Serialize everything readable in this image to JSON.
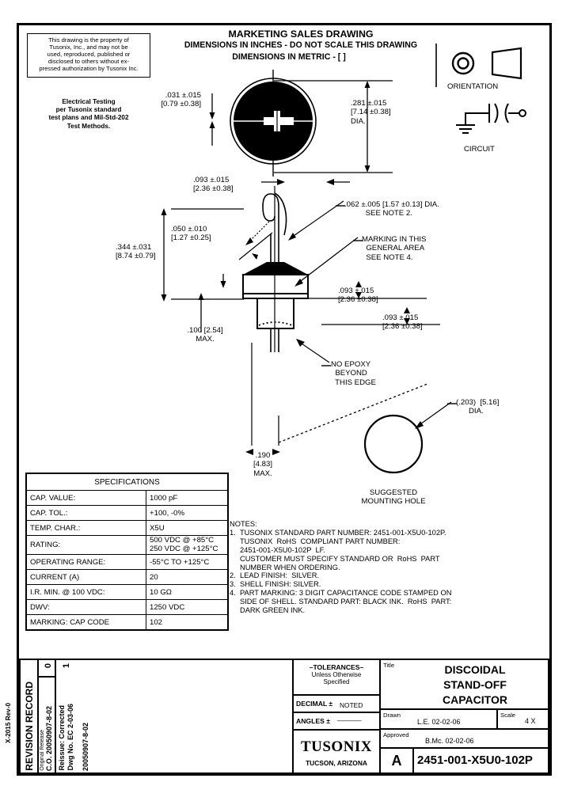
{
  "sheet": {
    "left_edge_code": "X-2015 Rev-0"
  },
  "property_notice": "This drawing is the property of Tusonix, Inc., and may not be used, reproduced, published or disclosed to others without ex-pressed authorization by Tusonix Inc.",
  "property_notice_lines": [
    "This drawing is the property of",
    "Tusonix, Inc., and may not be",
    "used, reproduced, published or",
    "disclosed to others without ex-",
    "pressed authorization by Tusonix Inc."
  ],
  "electrical_testing_lines": [
    "Electrical Testing",
    "per Tusonix standard",
    "test plans and Mil-Std-202",
    "Test Methods."
  ],
  "headings": {
    "line1": "MARKETING SALES DRAWING",
    "line2": "DIMENSIONS IN INCHES - DO NOT SCALE THIS DRAWING",
    "line3": "DIMENSIONS IN METRIC - [  ]"
  },
  "symbols": {
    "orientation_label": "ORIENTATION",
    "circuit_label": "CIRCUIT"
  },
  "dimensions": {
    "washer_thickness": ".031 ±.015\n[0.79 ±0.38]",
    "disc_diameter": ".281 ±.015\n[7.14 ±0.38]\nDIA.",
    "body_width": ".093 ±.015\n[2.36 ±0.38]",
    "lead_bend": ".050 ±.010\n[1.27 ±0.25]",
    "overall_height": ".344 ±.031\n[8.74 ±0.79]",
    "standoff_height": ".100 [2.54]\nMAX.",
    "lead_dia": ".062 ±.005 [1.57 ±0.13] DIA.\n          SEE NOTE 2.",
    "marking_callout": "MARKING IN THIS\n  GENERAL AREA\n  SEE NOTE 4.",
    "shell_a": ".093 ±.015\n[2.36 ±0.38]",
    "shell_b": ".093 ±.015\n[2.36 ±0.38]",
    "no_epoxy": "NO EPOXY\n  BEYOND\n  THIS EDGE",
    "flange_dia": ".190\n[4.83]\nMAX.",
    "mount_hole_dia": "(.203)  [5.16]\n      DIA.",
    "mount_hole_label": "SUGGESTED\nMOUNTING HOLE"
  },
  "specifications": {
    "title": "SPECIFICATIONS",
    "rows": [
      {
        "label": "CAP. VALUE:",
        "value": "1000 pF"
      },
      {
        "label": "CAP. TOL.:",
        "value": "+100, -0%"
      },
      {
        "label": "TEMP. CHAR.:",
        "value": "X5U"
      },
      {
        "label": "RATING:",
        "value": "500 VDC @ +85°C\n250 VDC @ +125°C"
      },
      {
        "label": "OPERATING RANGE:",
        "value": "-55°C TO +125°C"
      },
      {
        "label": "CURRENT (A)",
        "value": "20"
      },
      {
        "label": "I.R. MIN. @ 100 VDC:",
        "value": "10 GΩ"
      },
      {
        "label": "DWV:",
        "value": "1250 VDC"
      },
      {
        "label": "MARKING: CAP CODE",
        "value": "102"
      }
    ]
  },
  "notes": {
    "heading": "NOTES:",
    "items": [
      {
        "num": "1.",
        "lines": [
          "TUSONIX STANDARD PART NUMBER: 2451-001-X5U0-102P.",
          "TUSONIX  RoHS  COMPLIANT PART NUMBER:",
          "2451-001-X5U0-102P  LF.",
          "CUSTOMER MUST SPECIFY STANDARD OR  RoHS  PART",
          "NUMBER WHEN ORDERING."
        ]
      },
      {
        "num": "2.",
        "lines": [
          "LEAD FINISH:  SILVER."
        ]
      },
      {
        "num": "3.",
        "lines": [
          "SHELL FINISH: SILVER."
        ]
      },
      {
        "num": "4.",
        "lines": [
          "PART MARKING: 3 DIGIT CAPACITANCE CODE STAMPED ON",
          "SIDE OF SHELL. STANDARD PART: BLACK INK.  RoHS  PART:",
          "DARK GREEN INK."
        ]
      }
    ]
  },
  "revision_record": {
    "title": "REVISION RECORD",
    "entries": [
      {
        "rev": "0",
        "desc_small": "Original Release",
        "desc": "C.O. 20050907-8-02"
      },
      {
        "rev": "1",
        "desc": "Reissue: Corrected\nDwg No. EC 2-03-06",
        "date": "20050907-8-02"
      }
    ]
  },
  "title_block": {
    "tolerances_heading": "–TOLERANCES–",
    "tolerances_sub1": "Unless Otherwise",
    "tolerances_sub2": "Specified",
    "decimal_label": "DECIMAL ±",
    "decimal_value": "NOTED",
    "angles_label": "ANGLES ±",
    "angles_value": "————",
    "company": "TUSONIX",
    "company_city": "TUCSON, ARIZONA",
    "title_label": "Title",
    "title_lines": [
      "DISCOIDAL",
      "STAND-OFF",
      "CAPACITOR"
    ],
    "drawn_label": "Drawn",
    "drawn_value": "L.E. 02-02-06",
    "scale_label": "Scale",
    "scale_value": "4 X",
    "approved_label": "Approved",
    "approved_value": "B.Mc. 02-02-06",
    "size_letter": "A",
    "part_number": "2451-001-X5U0-102P"
  }
}
